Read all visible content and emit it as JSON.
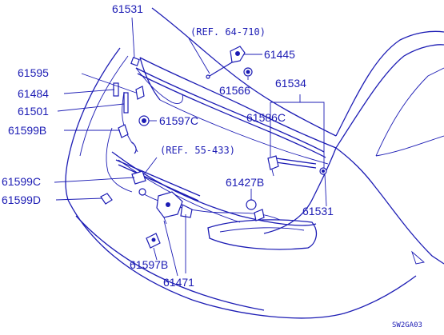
{
  "labels": {
    "p61531_top": "61531",
    "ref_top": "(REF. 64-710)",
    "p61445": "61445",
    "p61595": "61595",
    "p61566": "61566",
    "p61534": "61534",
    "p61484": "61484",
    "p61501": "61501",
    "p61586c": "61586C",
    "p61597c": "61597C",
    "p61599b": "61599B",
    "ref_mid": "(REF. 55-433)",
    "p61599c": "61599C",
    "p61427b": "61427B",
    "p61599d": "61599D",
    "p61531_right": "61531",
    "p61597b": "61597B",
    "p61471": "61471",
    "diagram_code": "SW2GA03"
  },
  "colors": {
    "ink": "#1c1cb4",
    "background": "#ffffff"
  }
}
